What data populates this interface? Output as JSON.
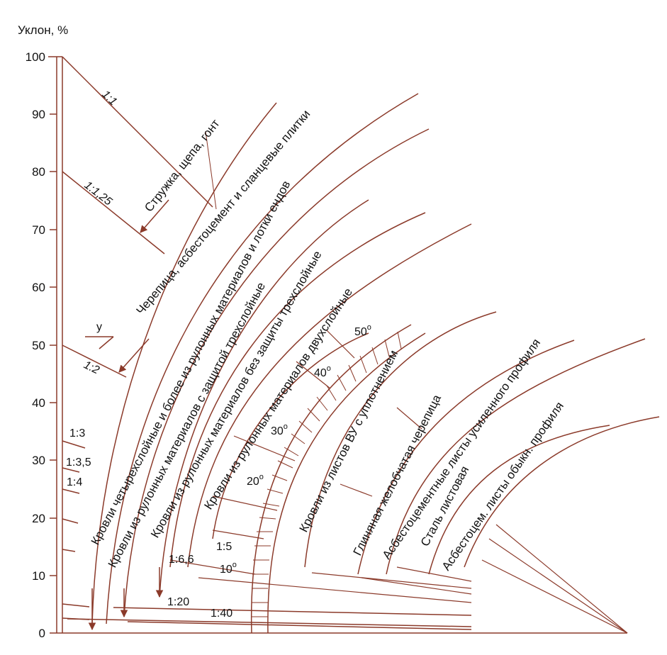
{
  "axis": {
    "title": "Уклон, %",
    "ticks": [
      "0",
      "10",
      "20",
      "30",
      "40",
      "50",
      "60",
      "70",
      "80",
      "90",
      "100"
    ]
  },
  "ratios": {
    "r1_1": "1:1",
    "r1_125": "1:1,25",
    "r1_2": "1:2",
    "r1_3": "1:3",
    "r1_35": "1:3,5",
    "r1_4": "1:4",
    "r1_5": "1:5",
    "r1_66": "1:6,6",
    "r1_20": "1:20",
    "r1_40": "1:40"
  },
  "symbol": "у",
  "degrees": {
    "d10": "10",
    "d20": "20",
    "d30": "30",
    "d40": "40",
    "d50": "50",
    "unit": "o"
  },
  "materials": {
    "m1": "Стружка, щепа, гонт",
    "m2": "Черепица, асбестоцемент и сланцевые плитки",
    "m3": "Кровли четырехслойные и более из рулонных материалов и лотки ендов",
    "m4": "Кровли из рулонных материалов с защитой трехслойные",
    "m5": "Кровли из рулонных материалов без защиты трехслойные",
    "m6": "Кровли из рулонных материалов двухслойные",
    "m7": "Кровли из листов ВУ с уплотнением",
    "m8": "Глиняная желобчатая черепица",
    "m9": "Асбестоцементные листы усиленного профиля",
    "m10": "Сталь листовая",
    "m11": "Асбестоцем. листы обыкн. профиля"
  }
}
